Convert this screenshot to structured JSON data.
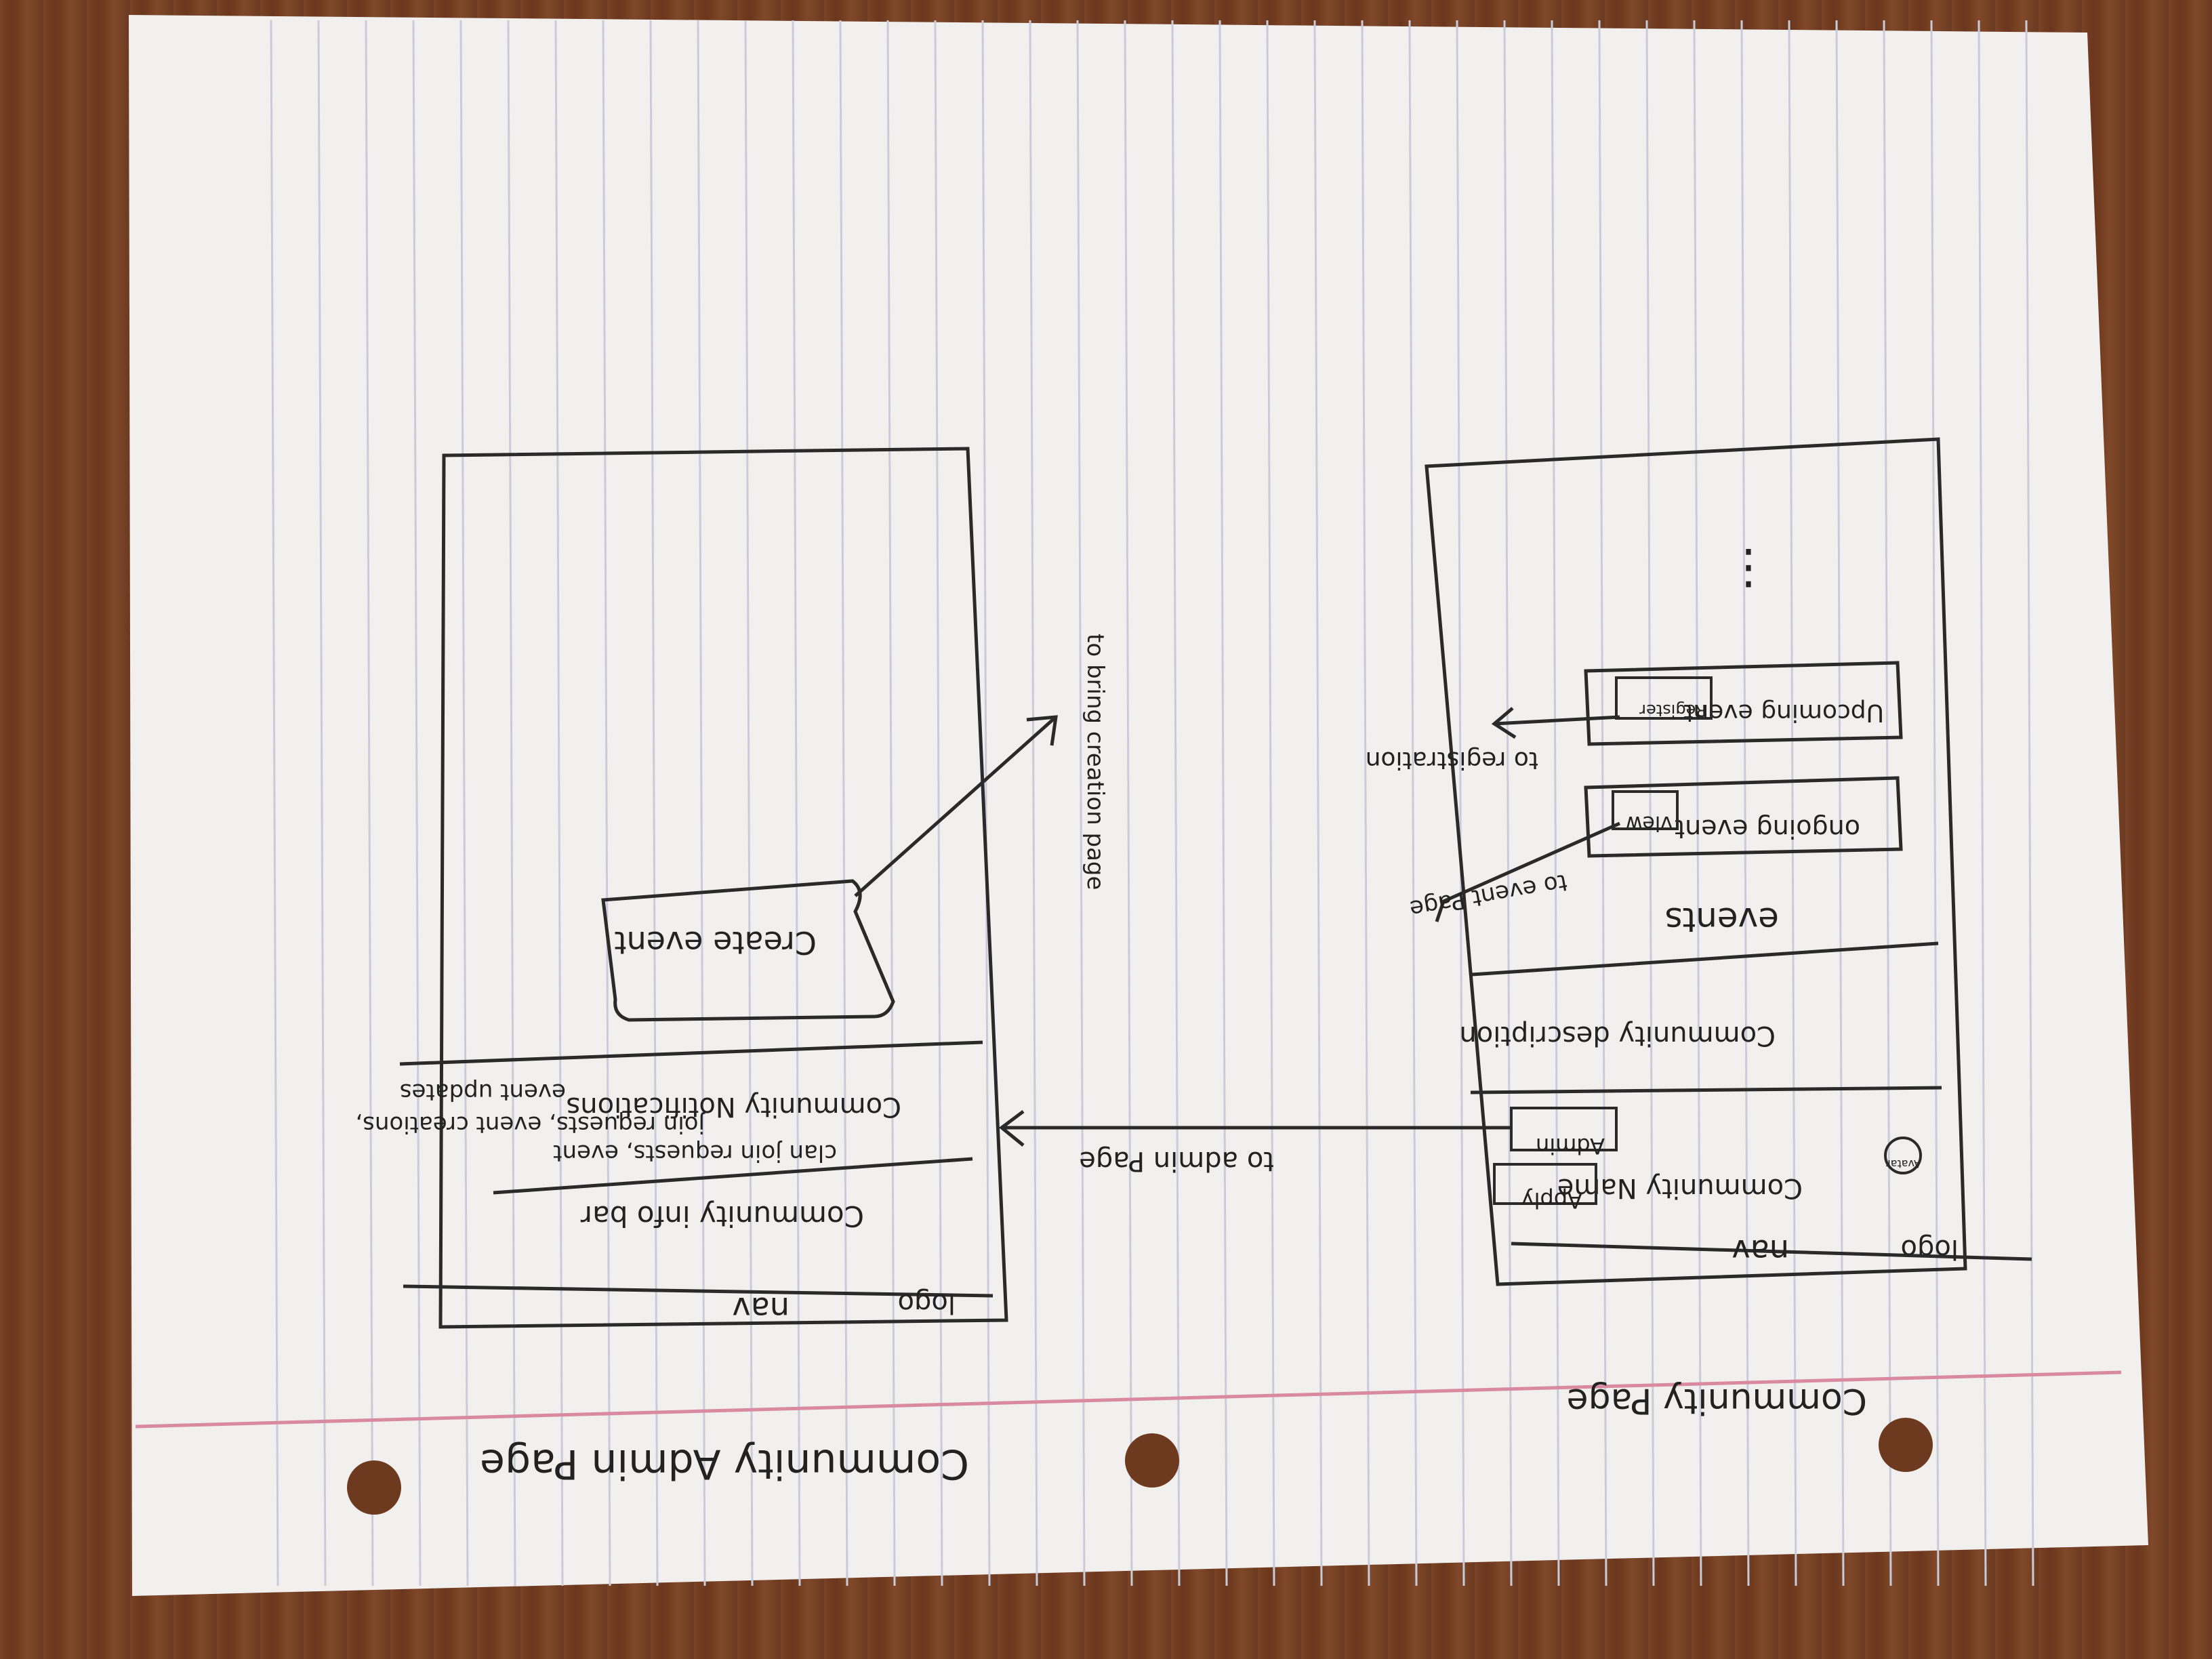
{
  "page_titles": {
    "admin": "Community Admin Page",
    "community": "Community Page"
  },
  "admin_wireframe": {
    "logo": "logo",
    "nav": "nav",
    "info": "Community info  bar",
    "notifications_title": "Community Notifications",
    "notifications_line1": "clan join requests, event",
    "notifications_line2": "join requests, event creations,",
    "notifications_line3": "event updates",
    "create_button": "Create event",
    "create_note": "to bring creation page"
  },
  "community_wireframe": {
    "logo": "logo",
    "nav": "nav",
    "avatar": "Avatar",
    "name": "Community Name",
    "apply_button": "Apply",
    "admin_button": "Admin",
    "description": "Community description",
    "events_header": "events",
    "ongoing_label": "ongoing event",
    "view_button": "view",
    "upcoming_label": "Upcoming event",
    "register_button": "Register",
    "ellipsis": "⋮"
  },
  "arrows": {
    "to_admin": "to admin Page",
    "to_event": "to event Page",
    "to_registration": "to registration"
  }
}
